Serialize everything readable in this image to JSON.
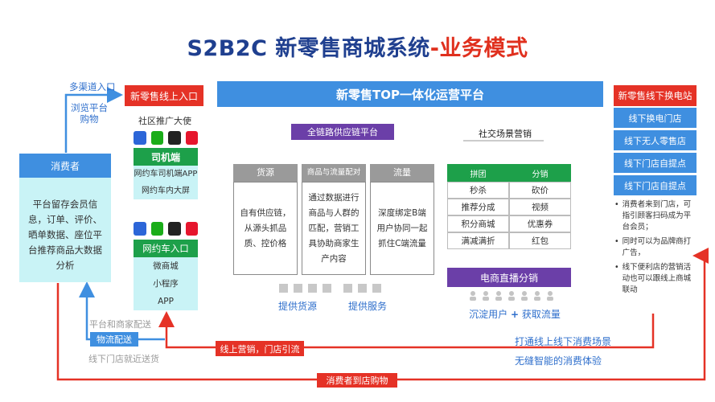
{
  "title_main": "S2B2C 新零售商城系统",
  "title_dash": "-",
  "title_tail": "业务模式",
  "left_top": {
    "multi_channel": "多渠道入口",
    "browse_line1": "浏览平台",
    "browse_line2": "购物"
  },
  "consumer": {
    "header": "消费者",
    "body": "平台留存会员信息，订单、评价、晒单数据、座位平台推荐商品大数据分析"
  },
  "online_entry": {
    "header": "新零售线上入口",
    "community": "社区推广大使",
    "driver_label": "司机端",
    "driver_items": [
      "网约车司机端APP",
      "网约车内大屏"
    ],
    "ride_label": "网约车入口",
    "ride_items": [
      "微商城",
      "小程序",
      "APP"
    ]
  },
  "platform": {
    "banner": "新零售TOP一体化运营平台",
    "supply_chain": "全链路供应链平台",
    "social": "社交场景营销",
    "columns": [
      {
        "head": "货源",
        "body": "自有供应链，从源头抓品质、控价格"
      },
      {
        "head": "商品与流量配对",
        "body": "通过数据进行商品与人群的匹配，营销工具协助商家生产内容"
      },
      {
        "head": "流量",
        "body": "深度绑定B端用户协同一起抓住C端流量"
      }
    ],
    "supply_goods": "提供货源",
    "supply_service": "提供服务",
    "marketing": [
      [
        "拼团",
        "分销"
      ],
      [
        "秒杀",
        "砍价"
      ],
      [
        "推荐分成",
        "视频"
      ],
      [
        "积分商城",
        "优惠券"
      ],
      [
        "满减满折",
        "红包"
      ]
    ],
    "live": "电商直播分销",
    "precipitate": "沉淀用户",
    "plus": "+",
    "traffic": "获取流量"
  },
  "offline_entry": {
    "header": "新零售线下换电站",
    "items": [
      "线下换电门店",
      "线下无人零售店",
      "线下门店自提点",
      "线下门店自提点"
    ],
    "bullets": [
      "消费者来到门店，可指引顾客扫码成为平台会员；",
      "同时可以为品牌商打广告，",
      "线下便利店的营销活动也可以跟线上商城联动"
    ]
  },
  "bottom": {
    "platform_delivery": "平台和商家配送",
    "logistics": "物流配送",
    "nearby_pickup": "线下门店就近送货",
    "online_marketing": "线上营销，门店引流",
    "connect_scene": "打通线上线下消费场景",
    "seamless": "无缝智能的消费体验",
    "to_store": "消费者到店购物"
  },
  "colors": {
    "red": "#e53226",
    "blue": "#3f8fe0",
    "navy": "#1f3f8f",
    "green": "#1da04a",
    "purple": "#6b3fa8",
    "cyan": "#c9f3f6"
  },
  "icons": [
    "baidu-icon",
    "wechat-icon",
    "qq-icon",
    "weibo-icon"
  ]
}
